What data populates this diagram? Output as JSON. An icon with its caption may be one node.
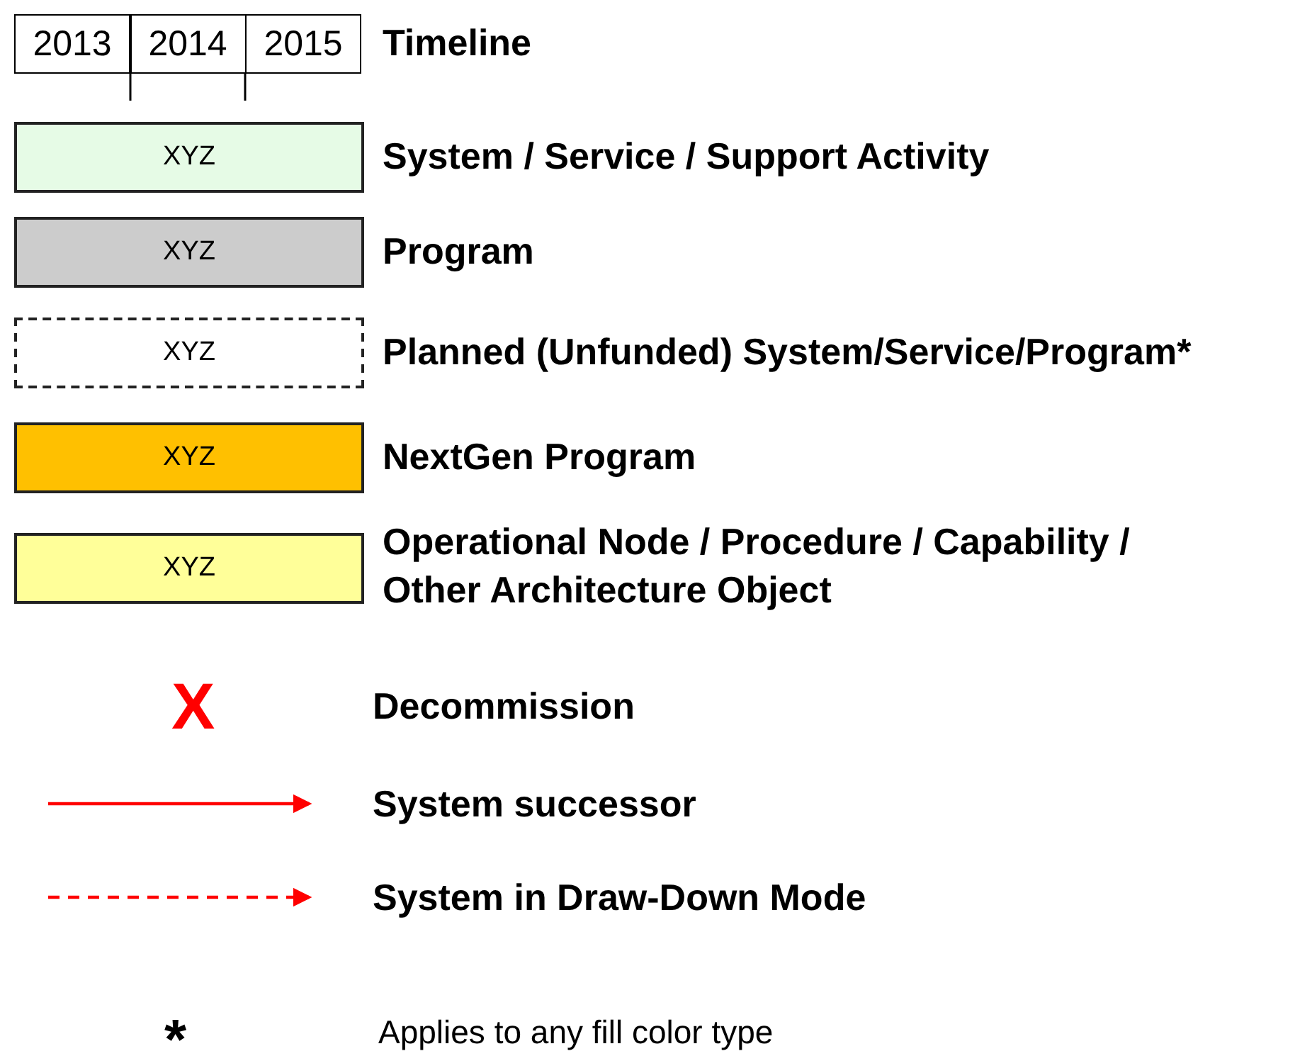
{
  "diagram": {
    "labels": [
      "2013",
      "2014",
      "2015",
      "XYZ",
      "XYZ",
      "XYZ",
      "XYZ",
      "XYZ",
      "X",
      "*"
    ],
    "legend": [
      {
        "text": "Timeline"
      },
      {
        "text": "System / Service / Support Activity",
        "color": "#e6fbe6"
      },
      {
        "text": "Program",
        "color": "#cccccc"
      },
      {
        "text": "Planned (Unfunded) System/Service/Program*"
      },
      {
        "text": "NextGen Program",
        "color": "#ffc000"
      },
      {
        "text": "Operational Node / Procedure / Capability / Other Architecture Object",
        "color": "#ffff99"
      },
      {
        "text": "Decommission"
      },
      {
        "text": "System successor"
      },
      {
        "text": "System in Draw-Down Mode"
      },
      {
        "text": "Applies to any fill color type"
      }
    ]
  }
}
